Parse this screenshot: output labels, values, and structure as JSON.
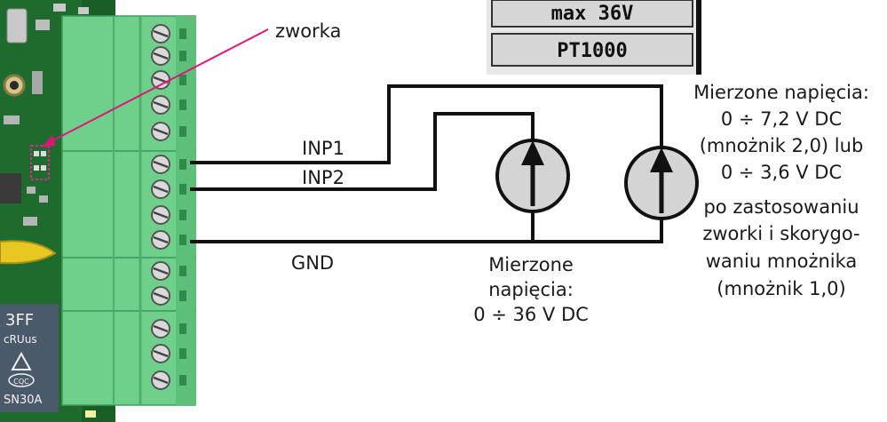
{
  "colors": {
    "pcb": "#1f6b2e",
    "pcb_dark": "#17551f",
    "terminal": "#6fd08c",
    "terminal_dark": "#3f9c5c",
    "wire": "#111111",
    "meter_fill": "#d4d4d4",
    "pointer_line": "#e0157a",
    "relay": "#4a5a6a",
    "jumper": "#d42a8a"
  },
  "panel": {
    "voltage_label": "max 36V",
    "sensor_label": "PT1000"
  },
  "pointer_label": "zworka",
  "terminals": {
    "inp1": "INP1",
    "inp2": "INP2",
    "gnd": "GND"
  },
  "meter_left": {
    "icon": "voltmeter-arrow-icon",
    "caption": [
      "Mierzone",
      "napięcia:",
      "0 ÷ 36 V DC"
    ]
  },
  "meter_right": {
    "icon": "voltmeter-arrow-icon",
    "caption": [
      "Mierzone napięcia:",
      "0 ÷ 7,2 V DC",
      "(mnożnik 2,0) lub",
      "0 ÷ 3,6 V DC",
      "po zastosowaniu",
      "zworki i skorygo-",
      "waniu mnożnika",
      "(mnożnik 1,0)"
    ]
  },
  "relay": {
    "model": "3FF",
    "part": "SN30A",
    "cert1": "cRUus",
    "cert2": "CQC"
  }
}
